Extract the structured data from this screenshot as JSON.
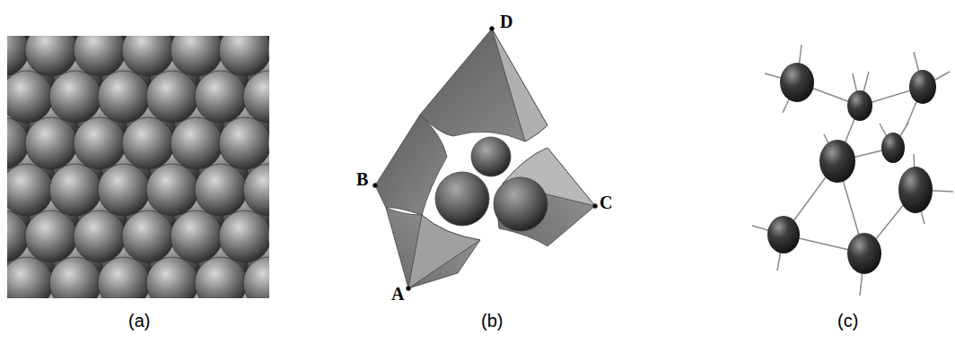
{
  "diagram": {
    "labels": [
      "D",
      "B",
      "C",
      "A",
      "(a)",
      "(b)",
      "(c)"
    ]
  }
}
